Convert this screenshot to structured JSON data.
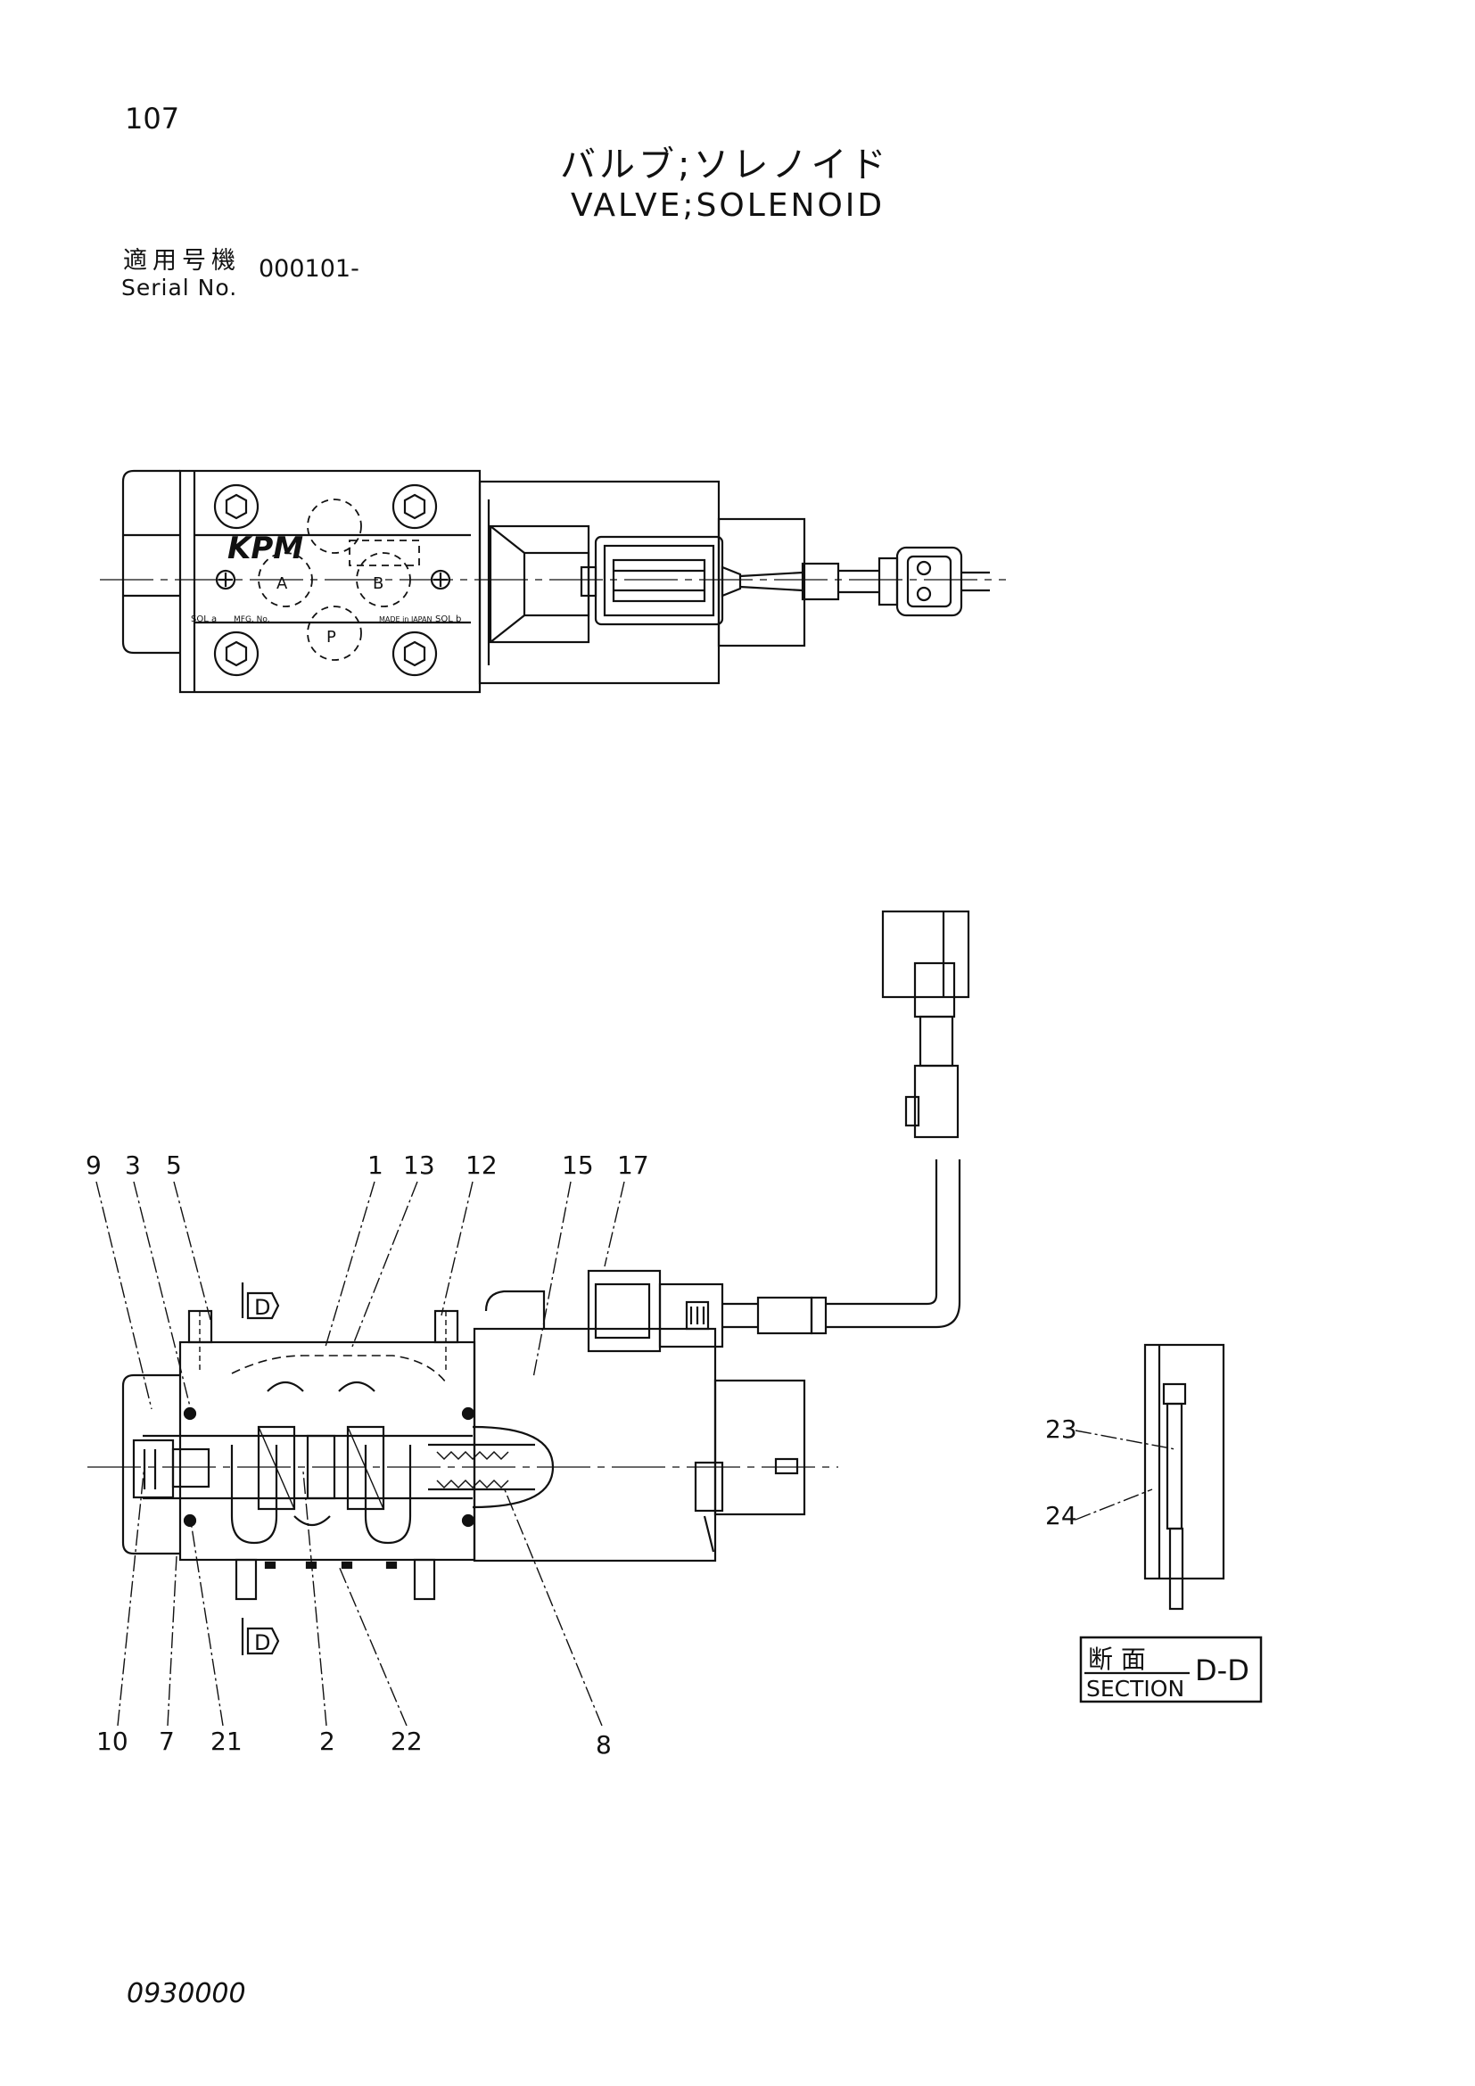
{
  "page_number": "107",
  "title_jp": "バルブ;ソレノイド",
  "title_en": "VALVE;SOLENOID",
  "serial_label_jp": "適用号機",
  "serial_label_en": "Serial No.",
  "serial_value": "000101-",
  "doc_code": "0930000",
  "top_view": {
    "logo": "KPM",
    "port_a": "A",
    "port_b": "B",
    "port_p": "P",
    "sol_a": "SOL a",
    "mfg_no": "MFG. No.",
    "made_in": "MADE in JAPAN",
    "sol_b": "SOL b"
  },
  "section_marker": "D",
  "callouts": {
    "c9": "9",
    "c3": "3",
    "c5": "5",
    "c1": "1",
    "c13": "13",
    "c12": "12",
    "c15": "15",
    "c17": "17",
    "c10": "10",
    "c7": "7",
    "c21": "21",
    "c2": "2",
    "c22": "22",
    "c8": "8",
    "c23": "23",
    "c24": "24"
  },
  "section_box": {
    "jp": "断 面",
    "en": "SECTION",
    "id": "D-D"
  }
}
